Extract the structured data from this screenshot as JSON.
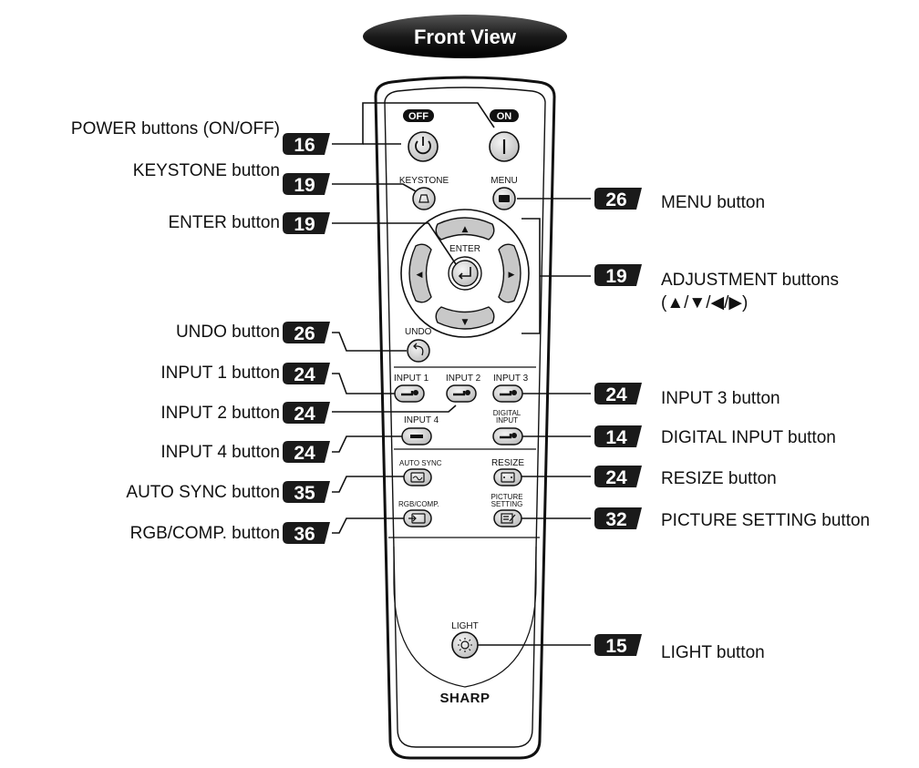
{
  "title": "Front View",
  "brand": "SHARP",
  "colors": {
    "badge": "#1a1a1a",
    "button_gray": "#c8c8c8",
    "remote_body": "#ffffff",
    "outline": "#111111"
  },
  "labels_left": [
    {
      "text": "POWER buttons (ON/OFF)",
      "badge": "16"
    },
    {
      "text": "KEYSTONE button",
      "badge": "19"
    },
    {
      "text": "ENTER button",
      "badge": "19"
    },
    {
      "text": "UNDO button",
      "badge": "26"
    },
    {
      "text": "INPUT 1 button",
      "badge": "24"
    },
    {
      "text": "INPUT 2 button",
      "badge": "24"
    },
    {
      "text": "INPUT 4 button",
      "badge": "24"
    },
    {
      "text": "AUTO SYNC button",
      "badge": "35"
    },
    {
      "text": "RGB/COMP. button",
      "badge": "36"
    }
  ],
  "labels_right": [
    {
      "text": "MENU button",
      "badge": "26"
    },
    {
      "text": "ADJUSTMENT buttons",
      "text2": "(▲/▼/◀/▶)",
      "badge": "19"
    },
    {
      "text": "INPUT 3 button",
      "badge": "24"
    },
    {
      "text": "DIGITAL INPUT button",
      "badge": "14"
    },
    {
      "text": "RESIZE button",
      "badge": "24"
    },
    {
      "text": "PICTURE SETTING button",
      "badge": "32"
    },
    {
      "text": "LIGHT button",
      "badge": "15"
    }
  ],
  "remote_labels": {
    "off": "OFF",
    "on": "ON",
    "keystone": "KEYSTONE",
    "menu": "MENU",
    "enter": "ENTER",
    "undo": "UNDO",
    "input1": "INPUT 1",
    "input2": "INPUT 2",
    "input3": "INPUT 3",
    "input4": "INPUT 4",
    "digital_input_1": "DIGITAL",
    "digital_input_2": "INPUT",
    "auto_sync": "AUTO SYNC",
    "resize": "RESIZE",
    "rgb_comp": "RGB/COMP.",
    "picture_setting_1": "PICTURE",
    "picture_setting_2": "SETTING",
    "light": "LIGHT"
  },
  "arrows": {
    "up": "▲",
    "down": "▼",
    "left": "◀",
    "right": "▶"
  }
}
